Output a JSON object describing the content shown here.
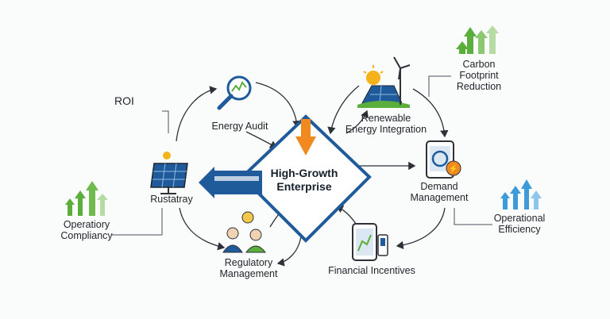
{
  "diagram": {
    "center": {
      "line1": "High-Growth",
      "line2": "Enterprise"
    },
    "nodes": {
      "energy_audit": "Energy Audit",
      "renewable_line1": "Renewable",
      "renewable_line2": "Energy Integration",
      "demand_line1": "Demand",
      "demand_line2": "Management",
      "financial": "Financial Incentives",
      "regulatory_line1": "Regulatory",
      "regulatory_line2": "Management",
      "rustatray": "Rustatray"
    },
    "callouts": {
      "roi": "ROI",
      "carbon_line1": "Carbon",
      "carbon_line2": "Footprint",
      "carbon_line3": "Reduction",
      "operational_line1": "Operational",
      "operational_line2": "Efficiency",
      "compliancy_line1": "Operatiory",
      "compliancy_line2": "Compliancy"
    },
    "colors": {
      "accent_blue": "#1f5b9a",
      "arrow_orange": "#f08a1e",
      "green": "#5aae3c",
      "light_blue": "#3d9bd8"
    },
    "icons": [
      "magnifier-chart-icon",
      "solar-wind-icon",
      "tablet-energy-icon",
      "phone-finance-icon",
      "people-idea-icon",
      "solar-panel-icon"
    ]
  }
}
